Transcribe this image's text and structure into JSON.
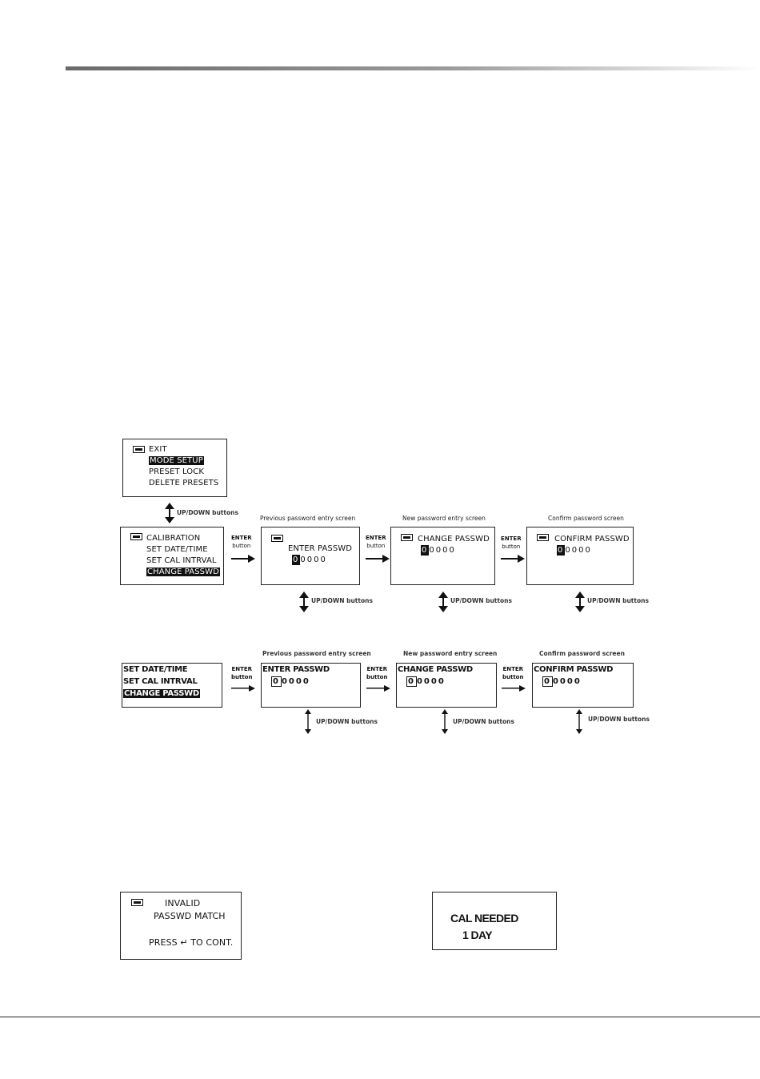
{
  "menu_top": {
    "items": [
      "EXIT",
      "MODE SETUP",
      "PRESET LOCK",
      "DELETE PRESETS"
    ],
    "selected_index": 1
  },
  "updown_label": "UP/DOWN buttons",
  "enter_label": {
    "line1": "ENTER",
    "line2": "button"
  },
  "flow1": {
    "menu": {
      "items": [
        "CALIBRATION",
        "SET DATE/TIME",
        "SET CAL INTRVAL",
        "CHANGE PASSWD"
      ],
      "selected_index": 3
    },
    "screens": [
      {
        "caption": "Previous password entry screen",
        "title": "ENTER PASSWD",
        "value": "00000"
      },
      {
        "caption": "New password entry screen",
        "title": "CHANGE PASSWD",
        "value": "00000"
      },
      {
        "caption": "Confirm password screen",
        "title": "CONFIRM PASSWD",
        "value": "00000"
      }
    ]
  },
  "flow2": {
    "menu": {
      "items": [
        "SET DATE/TIME",
        "SET CAL INTRVAL",
        "CHANGE PASSWD"
      ],
      "selected_index": 2
    },
    "screens": [
      {
        "caption": "Previous password entry screen",
        "title": "ENTER PASSWD",
        "value": "00000"
      },
      {
        "caption": "New password entry screen",
        "title": "CHANGE PASSWD",
        "value": "00000"
      },
      {
        "caption": "Confirm password screen",
        "title": "CONFIRM PASSWD",
        "value": "00000"
      }
    ]
  },
  "invalid_screen": {
    "line1": "INVALID",
    "line2": "PASSWD MATCH",
    "line3": "PRESS ↵ TO CONT."
  },
  "cal_screen": {
    "line1": "CAL NEEDED",
    "line2": "1 DAY"
  }
}
